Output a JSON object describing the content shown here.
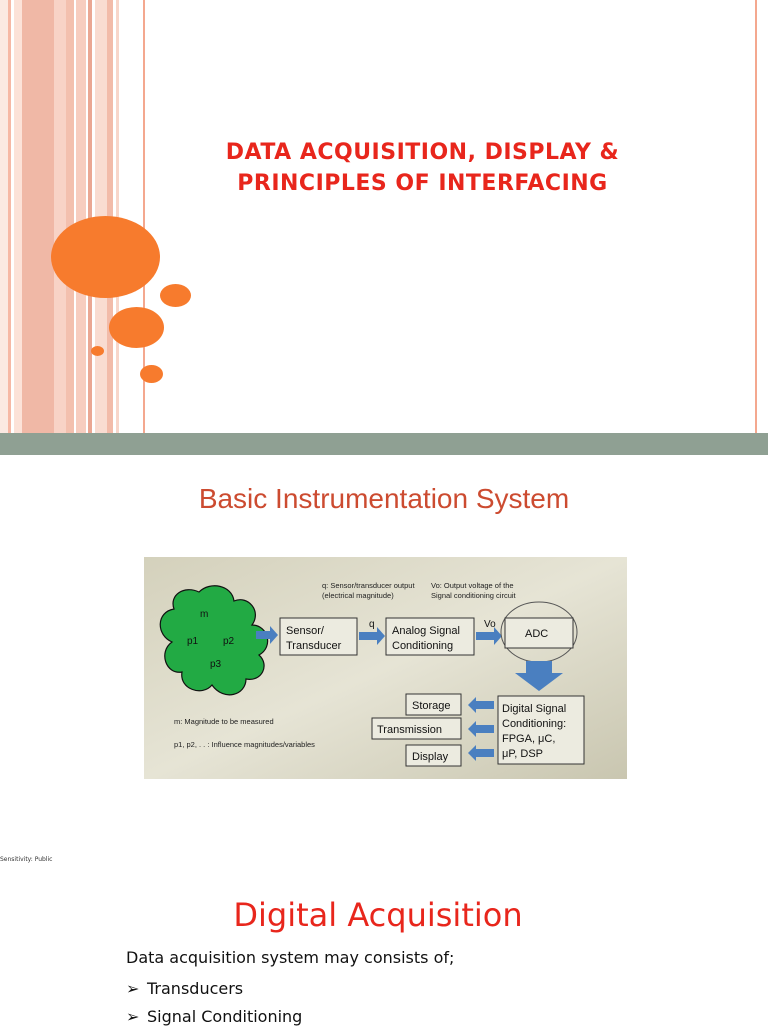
{
  "slide1": {
    "title_line1": "DATA ACQUISITION, DISPLAY &",
    "title_line2": "PRINCIPLES OF INTERFACING"
  },
  "slide2": {
    "title": "Basic Instrumentation System",
    "diagram": {
      "cloud_labels": [
        "m",
        "p1",
        "p2",
        "p3"
      ],
      "q_note_line1": "q: Sensor/transducer output",
      "q_note_line2": "(electrical magnitude)",
      "vo_note_line1": "Vo: Output voltage of the",
      "vo_note_line2": "Signal conditioning circuit",
      "sensor_line1": "Sensor/",
      "sensor_line2": "Transducer",
      "q_label": "q",
      "analog_line1": "Analog Signal",
      "analog_line2": "Conditioning",
      "vo_label": "Vo",
      "adc": "ADC",
      "dsc_line1": "Digital Signal",
      "dsc_line2": "Conditioning:",
      "dsc_line3": "FPGA, μC,",
      "dsc_line4": "μP, DSP",
      "storage": "Storage",
      "transmission": "Transmission",
      "display": "Display",
      "m_note": "m: Magnitude to be measured",
      "p_note": "p1, p2, . . : Influence magnitudes/variables"
    },
    "sensitivity": "Sensitivity: Public"
  },
  "slide3": {
    "title": "Digital Acquisition",
    "intro": "Data acquisition system may consists of;",
    "bullets": [
      "Transducers",
      "Signal Conditioning"
    ],
    "bullet_glyph": "➢"
  },
  "colors": {
    "title_red": "#e8261c",
    "heading_rust": "#cc4b30",
    "circle_orange": "#f77b2d",
    "divider_gray": "#8fa093",
    "cloud_green": "#22aa44",
    "arrow_blue": "#4a7fc0"
  }
}
